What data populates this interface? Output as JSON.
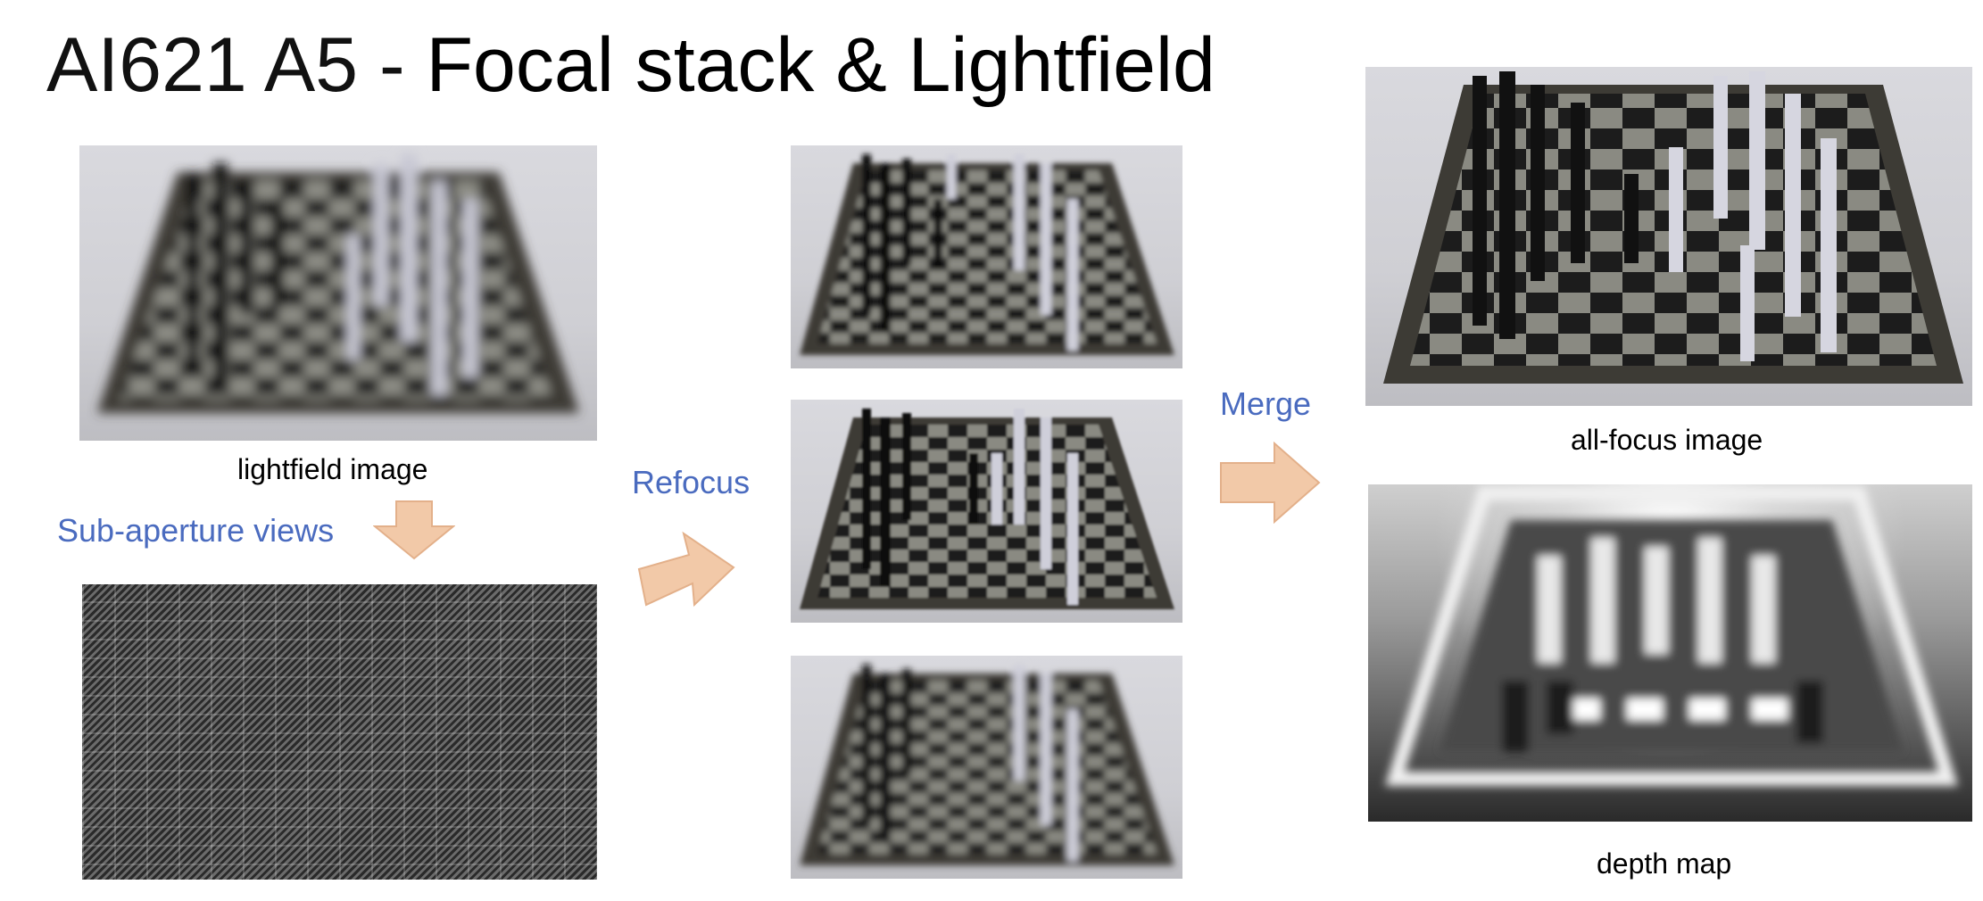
{
  "title": {
    "prefix": "AI621 A5 - ",
    "main": "Focal stack & Lightfield"
  },
  "labels": {
    "lightfield_image": "lightfield image",
    "sub_aperture_views": "Sub-aperture views",
    "refocus": "Refocus",
    "merge": "Merge",
    "all_focus_image": "all-focus image",
    "depth_map": "depth map"
  },
  "colors": {
    "accent_label": "#4a6bbf",
    "arrow_fill": "#f2c9a8",
    "arrow_stroke": "#e3b08a"
  },
  "icons": [
    "arrow-down-icon",
    "arrow-diagonal-icon",
    "arrow-right-icon"
  ]
}
